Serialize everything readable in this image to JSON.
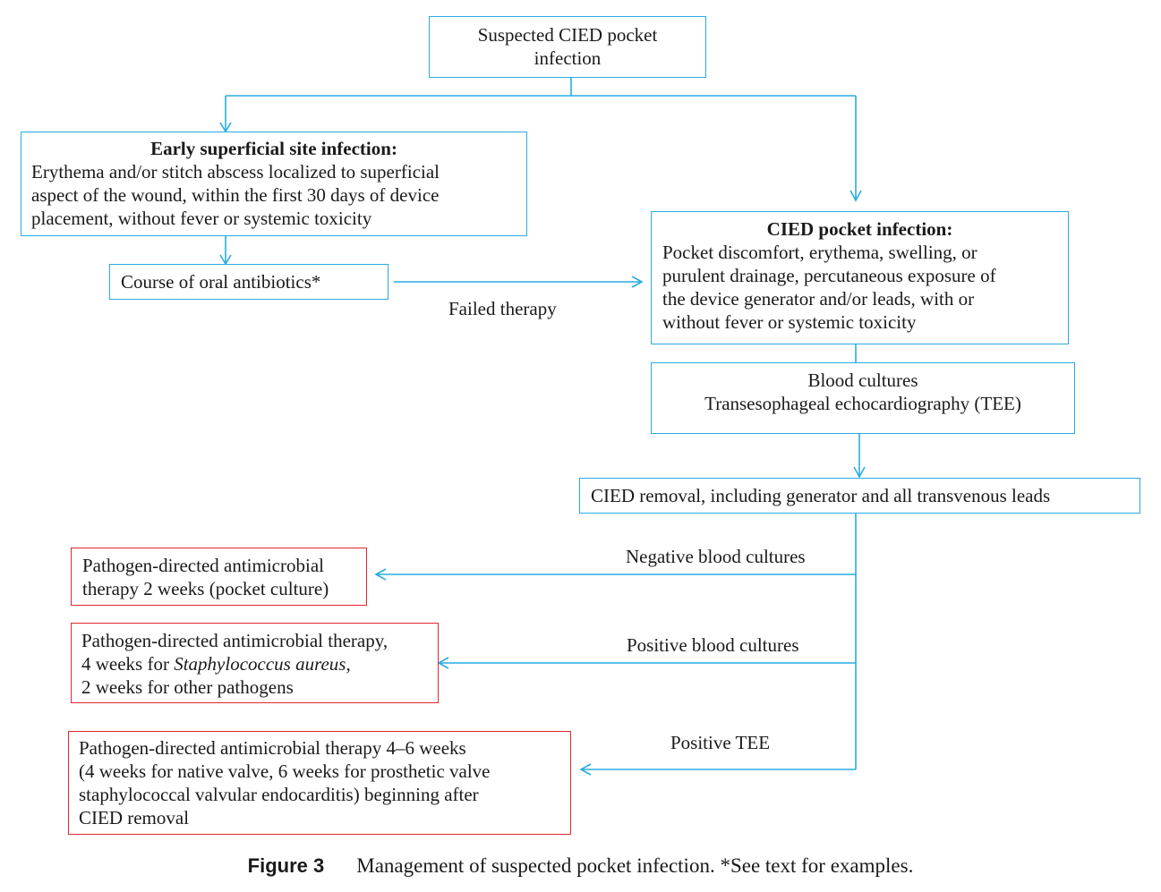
{
  "nodes": {
    "suspected": {
      "lines": [
        "Suspected CIED pocket",
        "infection"
      ]
    },
    "early": {
      "title": "Early superficial site infection:",
      "lines": [
        "Erythema and/or stitch abscess localized to superficial",
        "aspect of the wound, within the first 30 days of device",
        "placement, without fever or systemic toxicity"
      ]
    },
    "oral": {
      "text": "Course of oral antibiotics*"
    },
    "pocket": {
      "title": "CIED pocket infection:",
      "lines": [
        "Pocket discomfort, erythema, swelling, or",
        "purulent drainage, percutaneous exposure of",
        "the device generator and/or leads, with or",
        "without fever or systemic toxicity"
      ]
    },
    "blood": {
      "lines": [
        "Blood cultures",
        "Transesophageal echocardiography (TEE)"
      ]
    },
    "removal": {
      "text": "CIED removal, including generator and all transvenous leads"
    },
    "neg_therapy": {
      "lines": [
        "Pathogen-directed antimicrobial",
        "therapy 2 weeks (pocket culture)"
      ]
    },
    "pos_therapy": {
      "line1": "Pathogen-directed antimicrobial therapy,",
      "line2_pre": "4 weeks for ",
      "line2_italic": "Staphylococcus aureus",
      "line2_post": ",",
      "line3": "2 weeks for other pathogens"
    },
    "tee_therapy": {
      "lines": [
        "Pathogen-directed antimicrobial therapy 4–6 weeks",
        "(4 weeks for native valve, 6 weeks for prosthetic valve",
        "staphylococcal valvular endocarditis) beginning after",
        "CIED removal"
      ]
    }
  },
  "edge_labels": {
    "failed": "Failed therapy",
    "negative": "Negative blood cultures",
    "positive": "Positive blood cultures",
    "tee": "Positive TEE"
  },
  "caption": {
    "label": "Figure 3",
    "text": "Management of suspected pocket infection. *See text for examples."
  },
  "colors": {
    "connector": "#29abe2",
    "outcome_border": "#e0262f"
  }
}
